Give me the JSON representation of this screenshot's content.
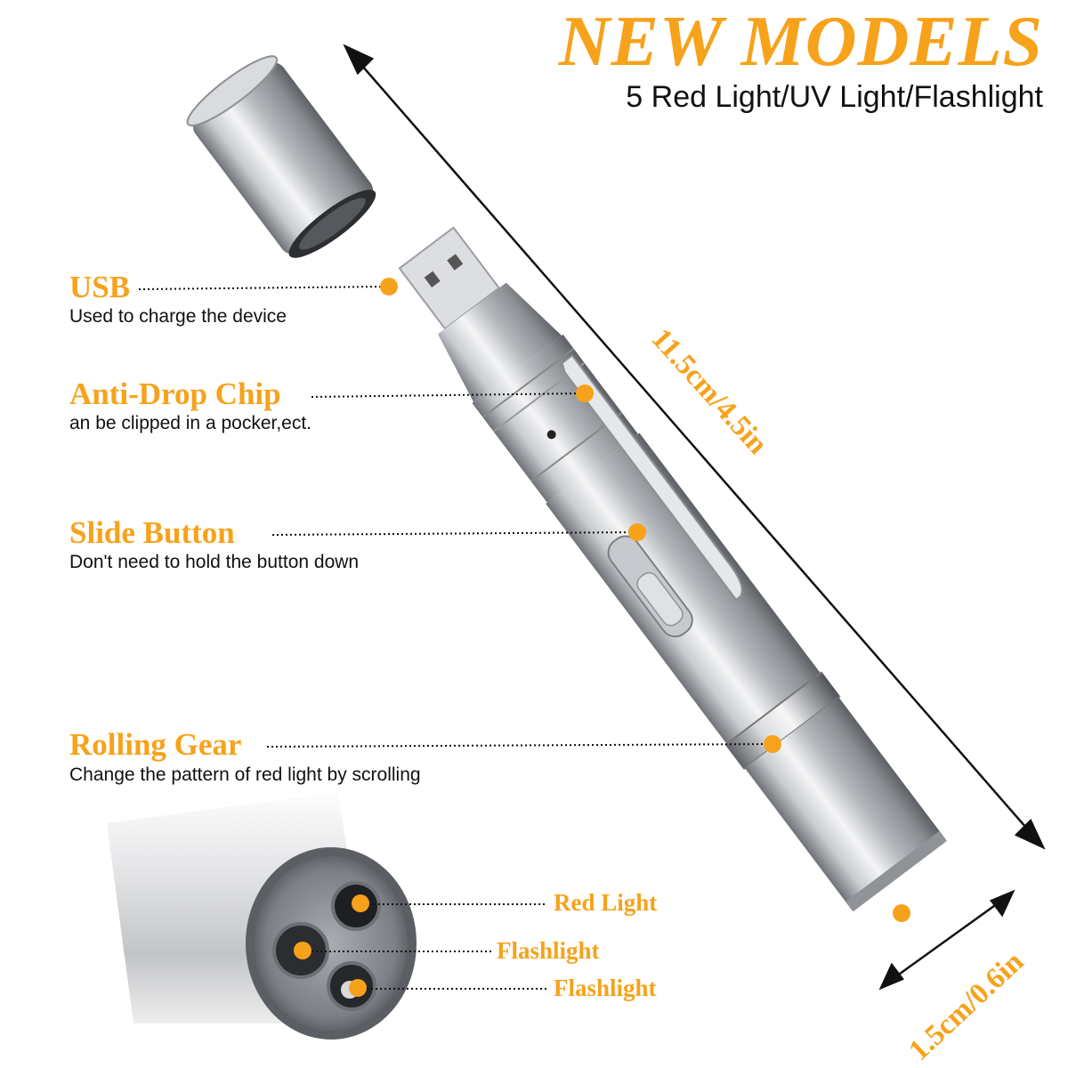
{
  "header": {
    "title": "NEW MODELS",
    "subtitle": "5 Red Light/UV Light/Flashlight"
  },
  "features": [
    {
      "label": "USB",
      "description": "Used to charge the device"
    },
    {
      "label": "Anti-Drop Chip",
      "description": "an be clipped in a pocker,ect."
    },
    {
      "label": "Slide Button",
      "description": "Don't need to hold the button down"
    },
    {
      "label": "Rolling Gear",
      "description": "Change the pattern of red light by scrolling"
    }
  ],
  "lens_labels": [
    "Red Light",
    "Flashlight",
    "Flashlight"
  ],
  "dimensions": {
    "length": "11.5cm/4.5in",
    "diameter": "1.5cm/0.6in"
  },
  "colors": {
    "accent": "#f7a21b",
    "text": "#111111",
    "metal": "#b9bcc1"
  }
}
